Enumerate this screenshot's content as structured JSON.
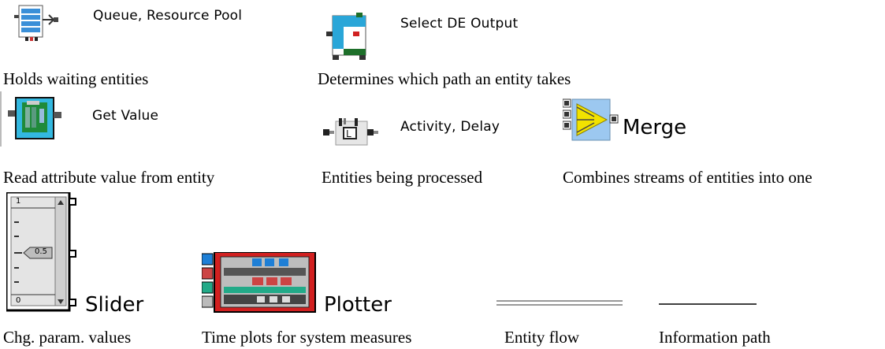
{
  "items": {
    "queue": {
      "name": "Queue, Resource Pool",
      "desc": "Holds waiting entities",
      "icon": "queue-icon"
    },
    "select": {
      "name": "Select DE Output",
      "desc": "Determines which path an entity takes",
      "icon": "select-output-icon"
    },
    "getvalue": {
      "name": "Get Value",
      "desc": "Read attribute value from entity",
      "icon": "get-value-icon"
    },
    "activity": {
      "name": "Activity, Delay",
      "desc": "Entities being processed",
      "icon": "activity-delay-icon"
    },
    "merge": {
      "name": "Merge",
      "desc": "Combines streams of entities into one",
      "icon": "merge-icon"
    },
    "slider": {
      "name": "Slider",
      "desc": "Chg. param. values",
      "icon": "slider-icon",
      "tick_top": "1",
      "tick_bottom": "0",
      "value": "0.5"
    },
    "plotter": {
      "name": "Plotter",
      "desc": "Time plots for system measures",
      "icon": "plotter-icon"
    },
    "entityflow": {
      "desc": "Entity flow",
      "icon": "double-line-icon"
    },
    "infopath": {
      "desc": "Information path",
      "icon": "single-line-icon"
    }
  },
  "colors": {
    "queue_blue": "#3a8fd8",
    "select_cyan": "#2aa6d8",
    "getvalue_cyan": "#33b8e0",
    "getvalue_green": "#1f8a3a",
    "merge_yellow": "#f2e200",
    "merge_blue": "#9cc8f0",
    "plotter_red": "#d22020",
    "plotter_blue": "#1e7fd6"
  }
}
